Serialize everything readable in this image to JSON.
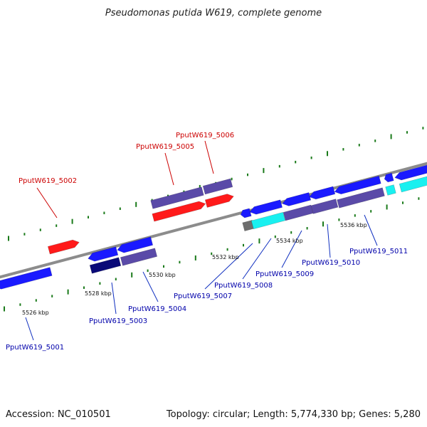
{
  "title": "Pseudomonas putida W619, complete genome",
  "footer": {
    "accession": "Accession: NC_010501",
    "summary": "Topology: circular; Length: 5,774,330 bp; Genes: 5,280"
  },
  "colors": {
    "backbone": "#8c8c8c",
    "tick": "#1a7a1a",
    "label_forward": "#cc0000",
    "label_reverse": "#0000aa",
    "leader": "#1030c0",
    "feature_red": "#ff1a1a",
    "feature_blue": "#1a1aff",
    "feature_purple": "#5a4aa8",
    "feature_navy": "#0a0a78",
    "feature_cyan": "#19f0f0",
    "feature_gray": "#6e6e6e"
  },
  "scale_labels": [
    "5526 kbp",
    "5528 kbp",
    "5530 kbp",
    "5532 kbp",
    "5534 kbp",
    "5536 kbp"
  ],
  "genes": [
    {
      "id": "PputW619_5001",
      "strand": "reverse"
    },
    {
      "id": "PputW619_5002",
      "strand": "forward"
    },
    {
      "id": "PputW619_5003",
      "strand": "reverse"
    },
    {
      "id": "PputW619_5004",
      "strand": "reverse"
    },
    {
      "id": "PputW619_5005",
      "strand": "forward"
    },
    {
      "id": "PputW619_5006",
      "strand": "forward"
    },
    {
      "id": "PputW619_5007",
      "strand": "reverse"
    },
    {
      "id": "PputW619_5008",
      "strand": "reverse"
    },
    {
      "id": "PputW619_5009",
      "strand": "reverse"
    },
    {
      "id": "PputW619_5010",
      "strand": "reverse"
    },
    {
      "id": "PputW619_5011",
      "strand": "reverse"
    }
  ]
}
